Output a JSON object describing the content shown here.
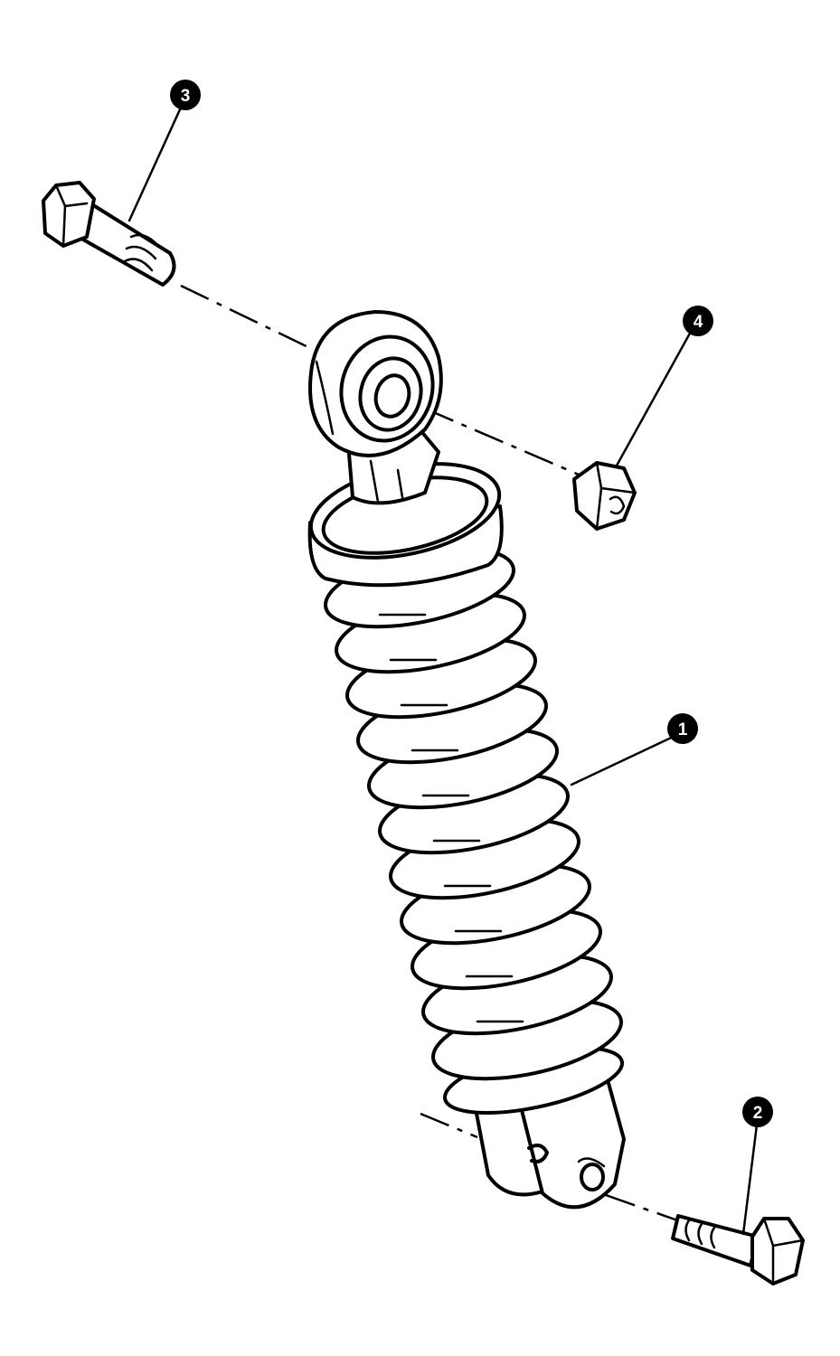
{
  "callouts": [
    {
      "id": "shock-absorber",
      "number": "1"
    },
    {
      "id": "lower-bolt",
      "number": "2"
    },
    {
      "id": "upper-bolt",
      "number": "3"
    },
    {
      "id": "upper-nut",
      "number": "4"
    }
  ],
  "colors": {
    "line": "#000000",
    "background": "#ffffff"
  }
}
